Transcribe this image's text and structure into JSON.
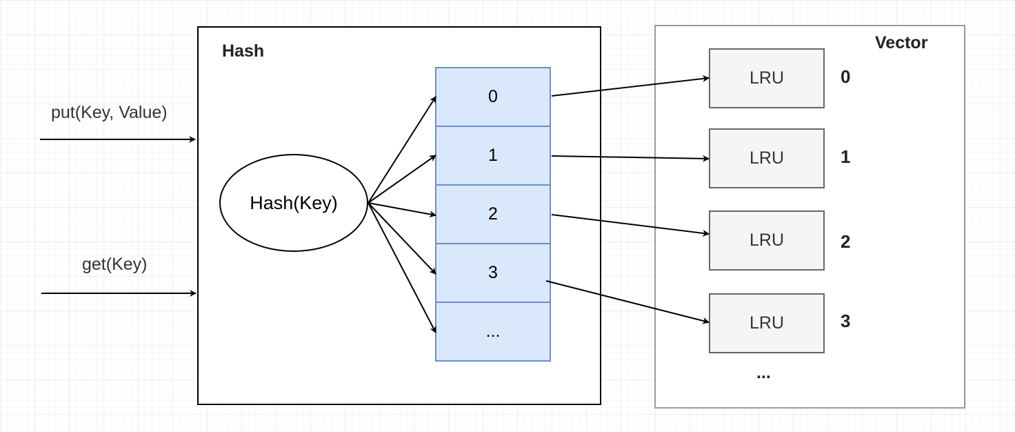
{
  "operations": {
    "put": "put(Key, Value)",
    "get": "get(Key)"
  },
  "hash": {
    "title": "Hash",
    "function_label": "Hash(Key)",
    "buckets": [
      "0",
      "1",
      "2",
      "3",
      "..."
    ]
  },
  "vector": {
    "title": "Vector",
    "entries": [
      {
        "label": "LRU",
        "index": "0"
      },
      {
        "label": "LRU",
        "index": "1"
      },
      {
        "label": "LRU",
        "index": "2"
      },
      {
        "label": "LRU",
        "index": "3"
      }
    ],
    "more": "..."
  }
}
